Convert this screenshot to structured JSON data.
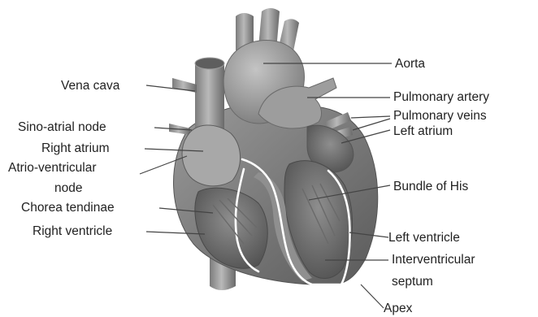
{
  "labels": {
    "vena_cava": "Vena cava",
    "sino_atrial_node": "Sino-atrial node",
    "right_atrium": "Right atrium",
    "atrio_ventricular_node_line1": "Atrio-ventricular",
    "atrio_ventricular_node_line2": "node",
    "chordae_tendinae": "Chorea tendinae",
    "right_ventricle": "Right ventricle",
    "aorta": "Aorta",
    "pulmonary_artery": "Pulmonary artery",
    "pulmonary_veins": "Pulmonary veins",
    "left_atrium": "Left atrium",
    "bundle_of_his": "Bundle of His",
    "left_ventricle": "Left ventricle",
    "interventricular_septum_line1": "Interventricular",
    "interventricular_septum_line2": "septum",
    "apex": "Apex"
  },
  "colors": {
    "heart_outer": "#6e6e6e",
    "heart_mid": "#8a8a8a",
    "heart_light": "#b5b5b5",
    "chamber_dark": "#4a4a4a",
    "conduction_path": "#ffffff",
    "leader_line": "#444444"
  }
}
